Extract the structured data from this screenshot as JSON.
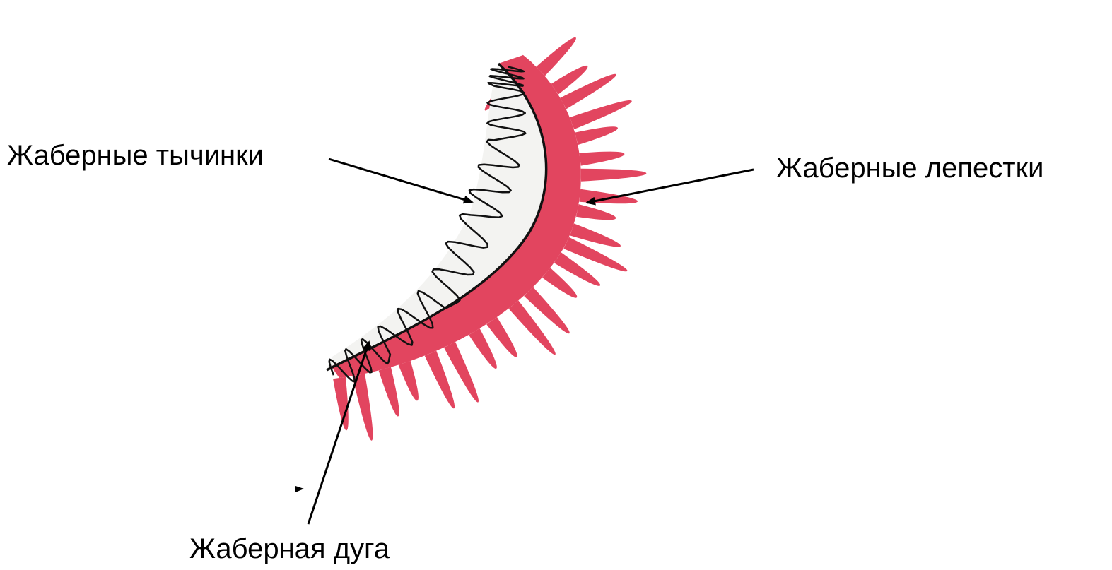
{
  "labels": {
    "gill_rakers": "Жаберные тычинки",
    "gill_filaments": "Жаберные лепестки",
    "gill_arch": "Жаберная дуга"
  },
  "colors": {
    "filaments": "#e2455f",
    "arch_line": "#111111",
    "rakers_line": "#111111",
    "inner_fill": "#f3f3f1",
    "arrows": "#000000",
    "text": "#000000"
  }
}
